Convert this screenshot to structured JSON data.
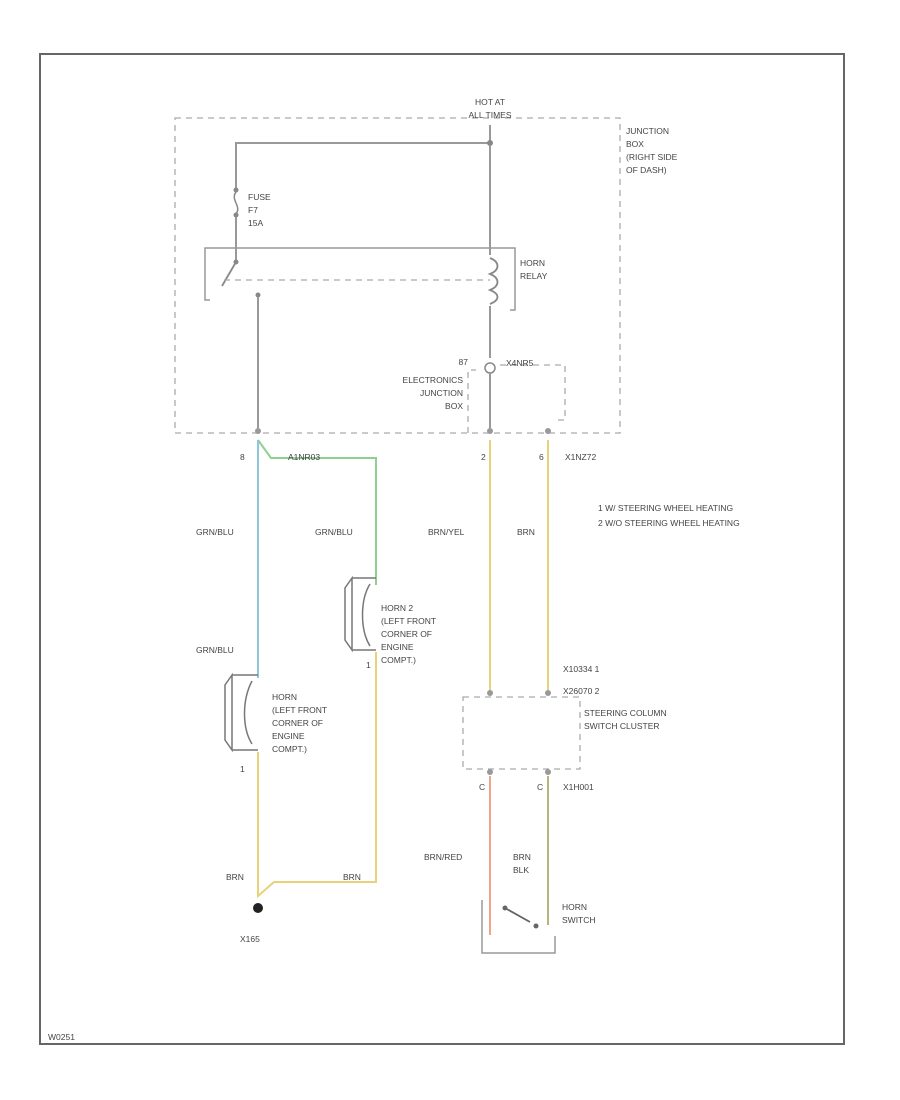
{
  "power_label": [
    "HOT AT",
    "ALL TIMES"
  ],
  "junction_box_label": [
    "JUNCTION",
    "BOX",
    "(RIGHT SIDE",
    "OF DASH)"
  ],
  "fuse_label": [
    "FUSE",
    "F7",
    "15A"
  ],
  "horn_relay_label": [
    "HORN",
    "RELAY"
  ],
  "ejb_label": [
    "ELECTRONICS",
    "JUNCTION",
    "BOX"
  ],
  "ejb_connector": "X4NR5",
  "ejb_connector_num": "87",
  "jb_pin_left": "8",
  "jb_pin_mid": "2",
  "jb_pin_right": "6",
  "jb_connector_right": "X1NZ72",
  "splice_label": "A1NR03",
  "wire_left_upper": "GRN/BLU",
  "wire_left_lower": "GRN/BLU",
  "wire_horn2": "GRN/BLU",
  "wire_mid": "BRN/YEL",
  "wire_right": "BRN",
  "legend": [
    "1  W/ STEERING WHEEL HEATING",
    "2  W/O STEERING WHEEL HEATING"
  ],
  "horn2_label": [
    "HORN 2",
    "(LEFT FRONT",
    "CORNER OF",
    "ENGINE",
    "COMPT.)"
  ],
  "horn1_label": [
    "HORN",
    "(LEFT FRONT",
    "CORNER OF",
    "ENGINE",
    "COMPT.)"
  ],
  "horn_pin": "1",
  "sccs_conn_labels": [
    "X10334  1",
    "X26070  2"
  ],
  "sccs_label": [
    "STEERING COLUMN",
    "SWITCH CLUSTER"
  ],
  "sccs_pin_left": "C",
  "sccs_pin_right": "C",
  "sccs_bottom_conn": "X1H001",
  "wire_brn_left": "BRN",
  "wire_brn_right": "BRN",
  "wire_brnred": "BRN/RED",
  "wire_brn_blk": [
    "BRN",
    "BLK"
  ],
  "horn_switch_label": [
    "HORN",
    "SWITCH"
  ],
  "ground_label": "X165",
  "diagram_id": "W0251"
}
